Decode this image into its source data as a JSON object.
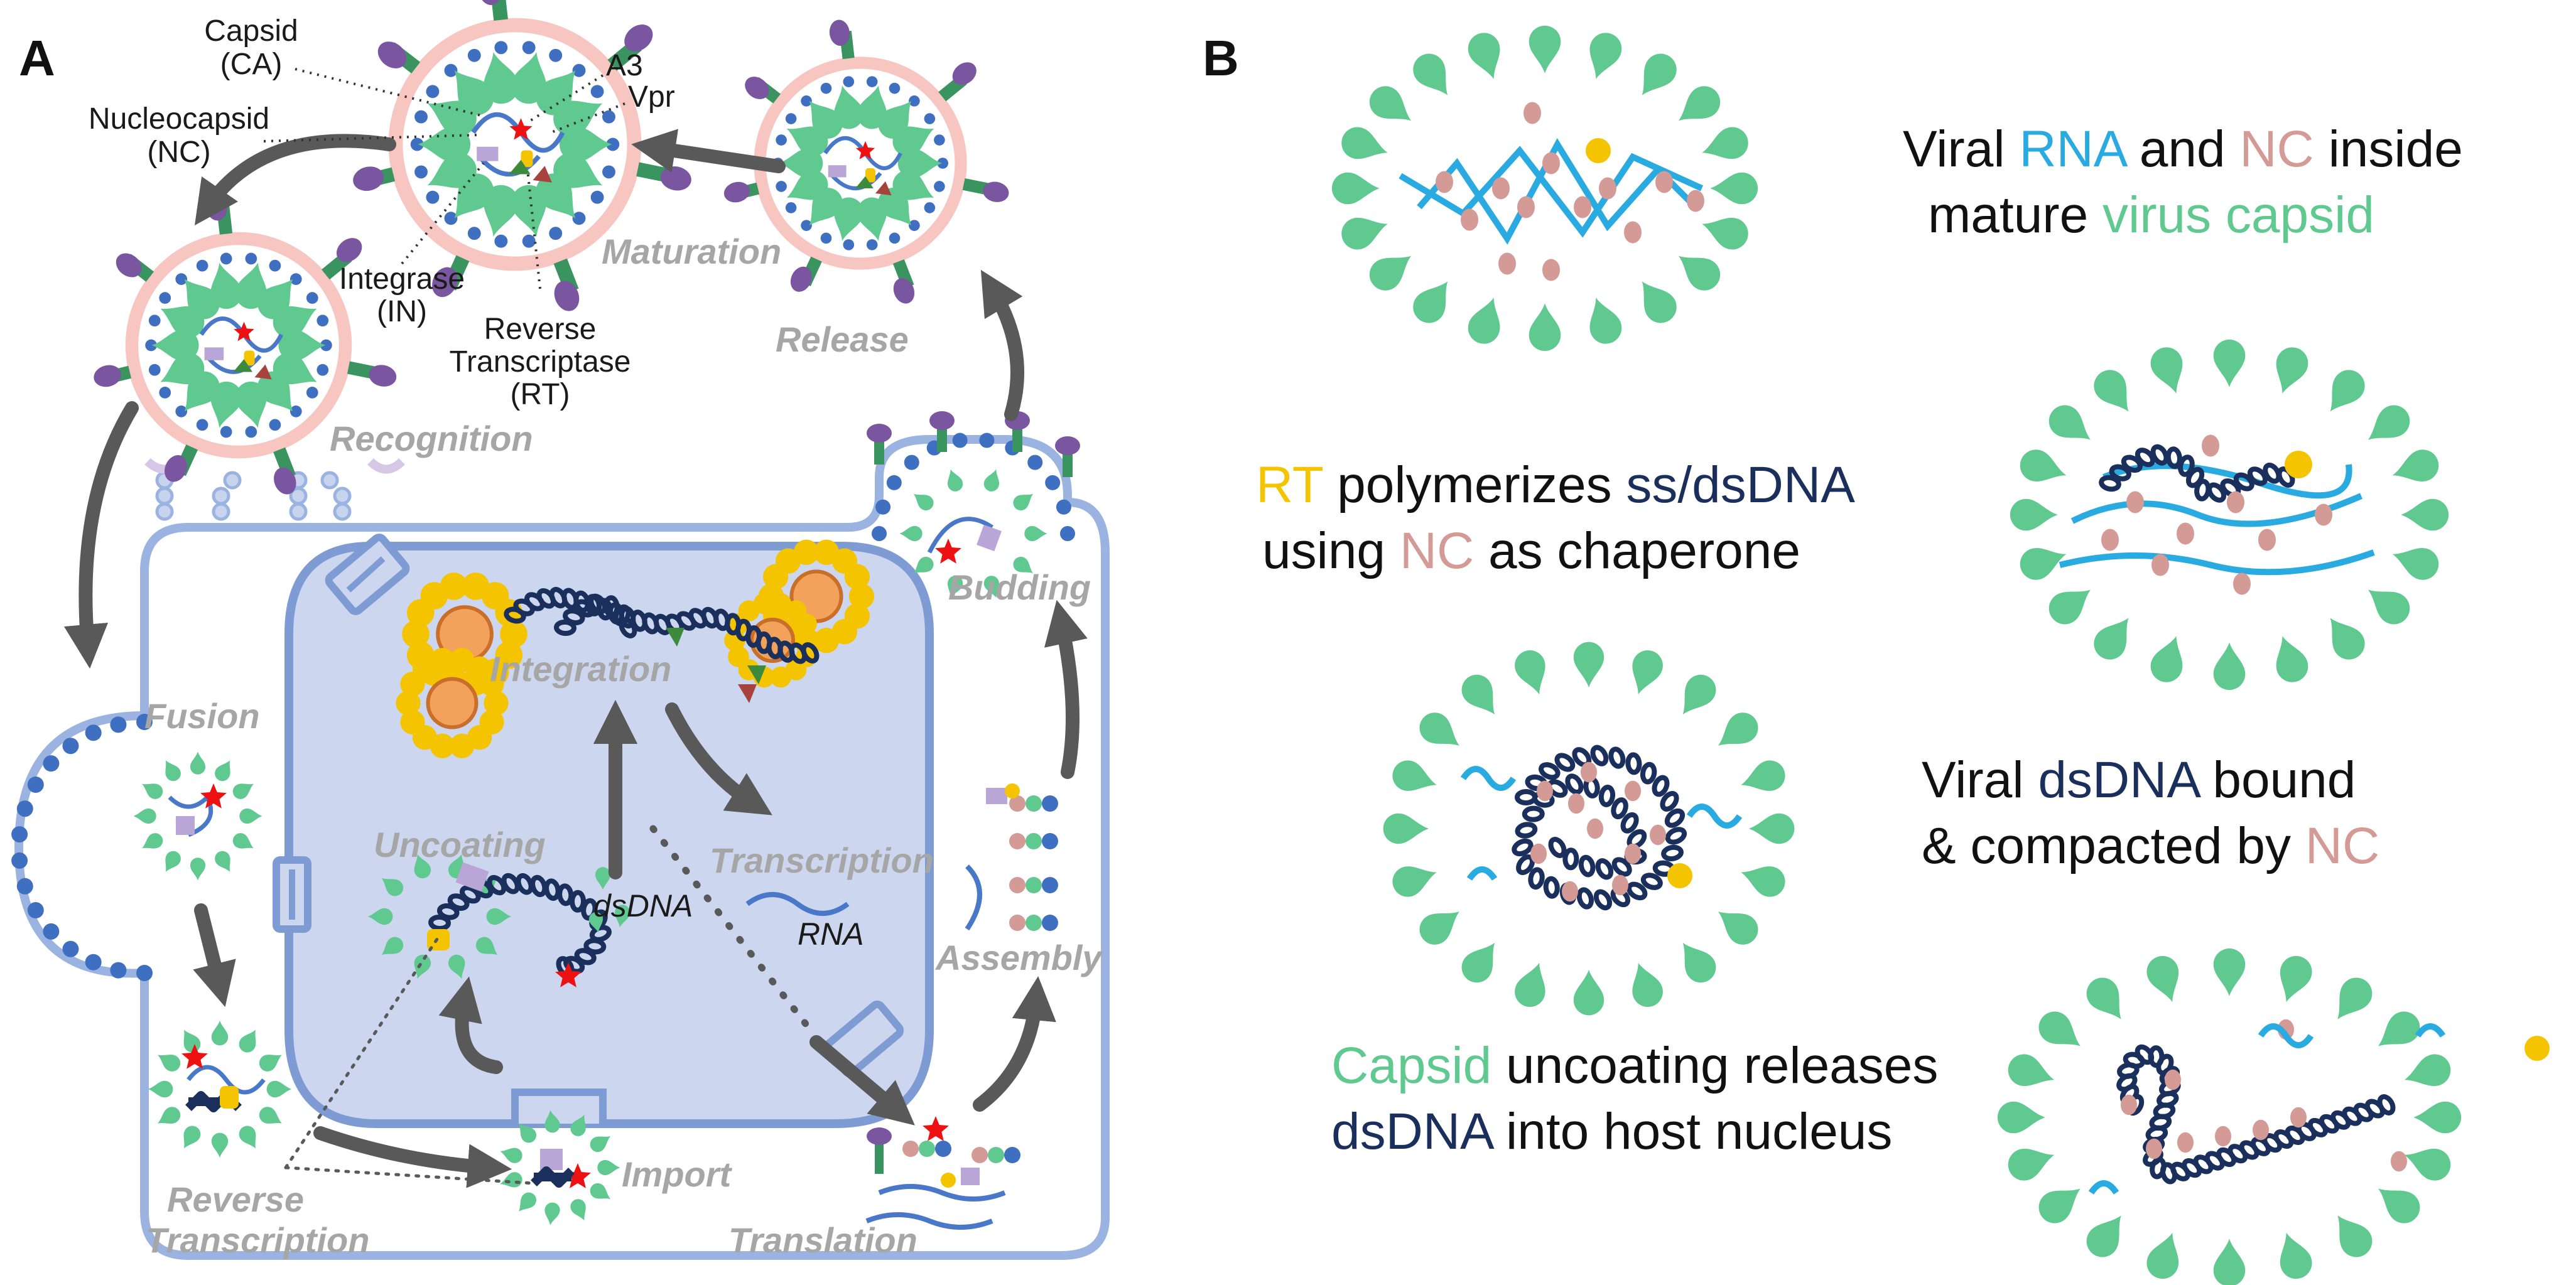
{
  "colors": {
    "capsid": "#5fc98f",
    "nucleocapsid": "#d49a95",
    "rna": "#29abe2",
    "dsdna": "#1b2f5c",
    "rt": "#f5c400",
    "membrane": "#9bb3e0",
    "nucleus_fill": "#ccd6ef",
    "envelope": "#f8c6c1",
    "matrix_dot": "#3f6fc0",
    "spike_stem": "#3a9460",
    "spike_head": "#7a55a0",
    "arrow": "#595959",
    "stage_label": "#a6a6a6",
    "integrase_marker": "#ee1111",
    "chromatin": "#f5c400"
  },
  "panel_a": {
    "letter": "A",
    "stages": {
      "maturation": "Maturation",
      "release": "Release",
      "recognition": "Recognition",
      "budding": "Budding",
      "fusion": "Fusion",
      "integration": "Integration",
      "uncoating": "Uncoating",
      "transcription": "Transcription",
      "assembly": "Assembly",
      "import": "Import",
      "reverse_transcription_line1": "Reverse",
      "reverse_transcription_line2": "Transcription",
      "translation": "Translation"
    },
    "callouts": {
      "capsid_line1": "Capsid",
      "capsid_line2": "(CA)",
      "a3": "A3",
      "vpr": "Vpr",
      "nucleocapsid_line1": "Nucleocapsid",
      "nucleocapsid_line2": "(NC)",
      "integrase_line1": "Integrase",
      "integrase_line2": "(IN)",
      "rt_line1": "Reverse",
      "rt_line2": "Transcriptase",
      "rt_line3": "(RT)"
    },
    "molecule_labels": {
      "dsdna": "dsDNA",
      "rna": "RNA"
    }
  },
  "panel_b": {
    "letter": "B",
    "captions": [
      {
        "line1": [
          {
            "text": "Viral ",
            "color": "#111111"
          },
          {
            "text": "RNA",
            "color": "#29abe2"
          },
          {
            "text": " and ",
            "color": "#111111"
          },
          {
            "text": "NC",
            "color": "#d49a95"
          },
          {
            "text": " inside",
            "color": "#111111"
          }
        ],
        "line2": [
          {
            "text": "mature ",
            "color": "#111111"
          },
          {
            "text": "virus capsid",
            "color": "#5fc98f"
          }
        ]
      },
      {
        "line1": [
          {
            "text": "RT",
            "color": "#f5c400"
          },
          {
            "text": " polymerizes ",
            "color": "#111111"
          },
          {
            "text": "ss/dsDNA",
            "color": "#1b2f5c"
          }
        ],
        "line2": [
          {
            "text": "using ",
            "color": "#111111"
          },
          {
            "text": "NC",
            "color": "#d49a95"
          },
          {
            "text": " as chaperone",
            "color": "#111111"
          }
        ]
      },
      {
        "line1": [
          {
            "text": "Viral ",
            "color": "#111111"
          },
          {
            "text": "dsDNA",
            "color": "#1b2f5c"
          },
          {
            "text": " bound",
            "color": "#111111"
          }
        ],
        "line2": [
          {
            "text": "& compacted by ",
            "color": "#111111"
          },
          {
            "text": "NC",
            "color": "#d49a95"
          }
        ]
      },
      {
        "line1": [
          {
            "text": "Capsid",
            "color": "#5fc98f"
          },
          {
            "text": " uncoating releases",
            "color": "#111111"
          }
        ],
        "line2": [
          {
            "text": "dsDNA",
            "color": "#1b2f5c"
          },
          {
            "text": " into host nucleus",
            "color": "#111111"
          }
        ]
      }
    ]
  }
}
